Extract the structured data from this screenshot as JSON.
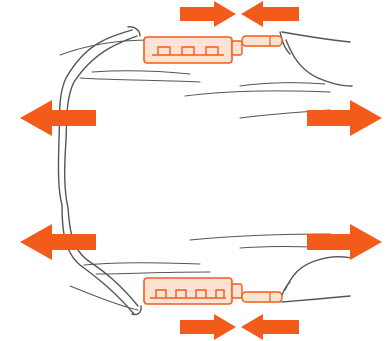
{
  "colors": {
    "arrow": "#F35B1A",
    "clasp_fill": "#FCE3D3",
    "clasp_stroke": "#F35B1A",
    "outline": "#555555",
    "background": "#FFFFFF"
  },
  "diagram": {
    "arrows": [
      {
        "id": "top-push-left",
        "direction": "right",
        "role": "push-in"
      },
      {
        "id": "top-push-right",
        "direction": "left",
        "role": "push-in"
      },
      {
        "id": "pull-upper-left",
        "direction": "left",
        "role": "pull-apart"
      },
      {
        "id": "pull-upper-right",
        "direction": "right",
        "role": "pull-apart"
      },
      {
        "id": "pull-lower-left",
        "direction": "left",
        "role": "pull-apart"
      },
      {
        "id": "pull-lower-right",
        "direction": "right",
        "role": "pull-apart"
      },
      {
        "id": "bottom-push-left",
        "direction": "right",
        "role": "push-in"
      },
      {
        "id": "bottom-push-right",
        "direction": "left",
        "role": "push-in"
      }
    ],
    "clasps": [
      {
        "id": "top-clasp",
        "teeth": 3
      },
      {
        "id": "bottom-clasp",
        "teeth": 4
      }
    ]
  }
}
